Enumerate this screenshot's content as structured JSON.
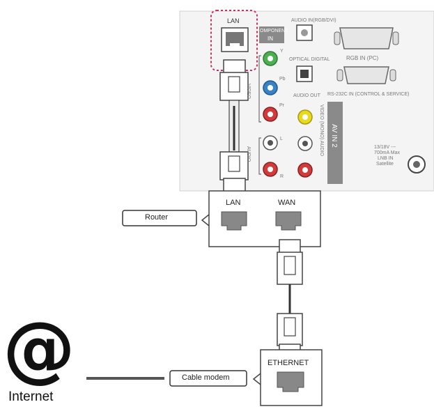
{
  "tv_panel": {
    "lan_label": "LAN",
    "component_in": [
      "OMPONENT",
      "IN"
    ],
    "y": "Y",
    "pb": "Pb",
    "pr": "Pr",
    "video": "VIDEO",
    "audio_vertical": "AUDIO",
    "l": "L",
    "r": "R",
    "audio_in_rgb_dvi": "AUDIO IN(RGB/DVI)",
    "optical_digital": "OPTICAL DIGITAL",
    "audio_out": "AUDIO OUT",
    "rgb_in_pc": "RGB IN (PC)",
    "rs232c": "RS-232C IN (CONTROL & SERVICE)",
    "av_in_2": "AV IN 2",
    "video_mono_audio": "VIDEO (MONO) AUDIO",
    "lnb_in": [
      "13/18V ---",
      "700mA Max",
      "LNB IN",
      "Satellite"
    ]
  },
  "router": {
    "label": "Router",
    "lan": "LAN",
    "wan": "WAN"
  },
  "modem": {
    "label": "Cable modem",
    "ethernet": "ETHERNET"
  },
  "internet": {
    "symbol": "@",
    "label": "Internet"
  },
  "colors": {
    "highlight": "#c8325a",
    "panel_bg": "#f2f2f2",
    "port_gray": "#777777",
    "green": "#4caf50",
    "blue": "#3b82c4",
    "red": "#d23b3b",
    "yellow": "#e8d81e"
  }
}
